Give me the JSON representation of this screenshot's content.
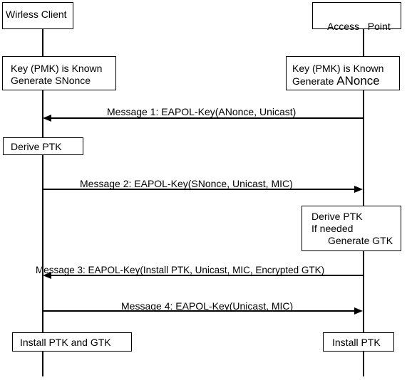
{
  "participants": {
    "client": "Wirless Client",
    "ap": "Access   Point"
  },
  "client_pmk_box": {
    "line1": "Key (PMK) is Known",
    "line2": "Generate SNonce"
  },
  "ap_pmk_box": {
    "line1": "Key (PMK) is Known",
    "line2_prefix": "Generate ",
    "line2_emph": "ANonce"
  },
  "client_derive_box": "Derive PTK",
  "ap_derive_box": {
    "line1": "Derive PTK",
    "line2": "If needed",
    "line3": "Generate GTK"
  },
  "messages": [
    {
      "label": "Message 1: EAPOL-Key(ANonce, Unicast)",
      "direction": "ap-to-client"
    },
    {
      "label": "Message 2: EAPOL-Key(SNonce, Unicast, MIC)",
      "direction": "client-to-ap"
    },
    {
      "label": "Message 3: EAPOL-Key(Install PTK, Unicast, MIC, Encrypted GTK)",
      "direction": "ap-to-client"
    },
    {
      "label": "Message 4: EAPOL-Key(Unicast, MIC)",
      "direction": "client-to-ap"
    }
  ],
  "client_install_box": "Install PTK and GTK",
  "ap_install_box": "Install PTK"
}
